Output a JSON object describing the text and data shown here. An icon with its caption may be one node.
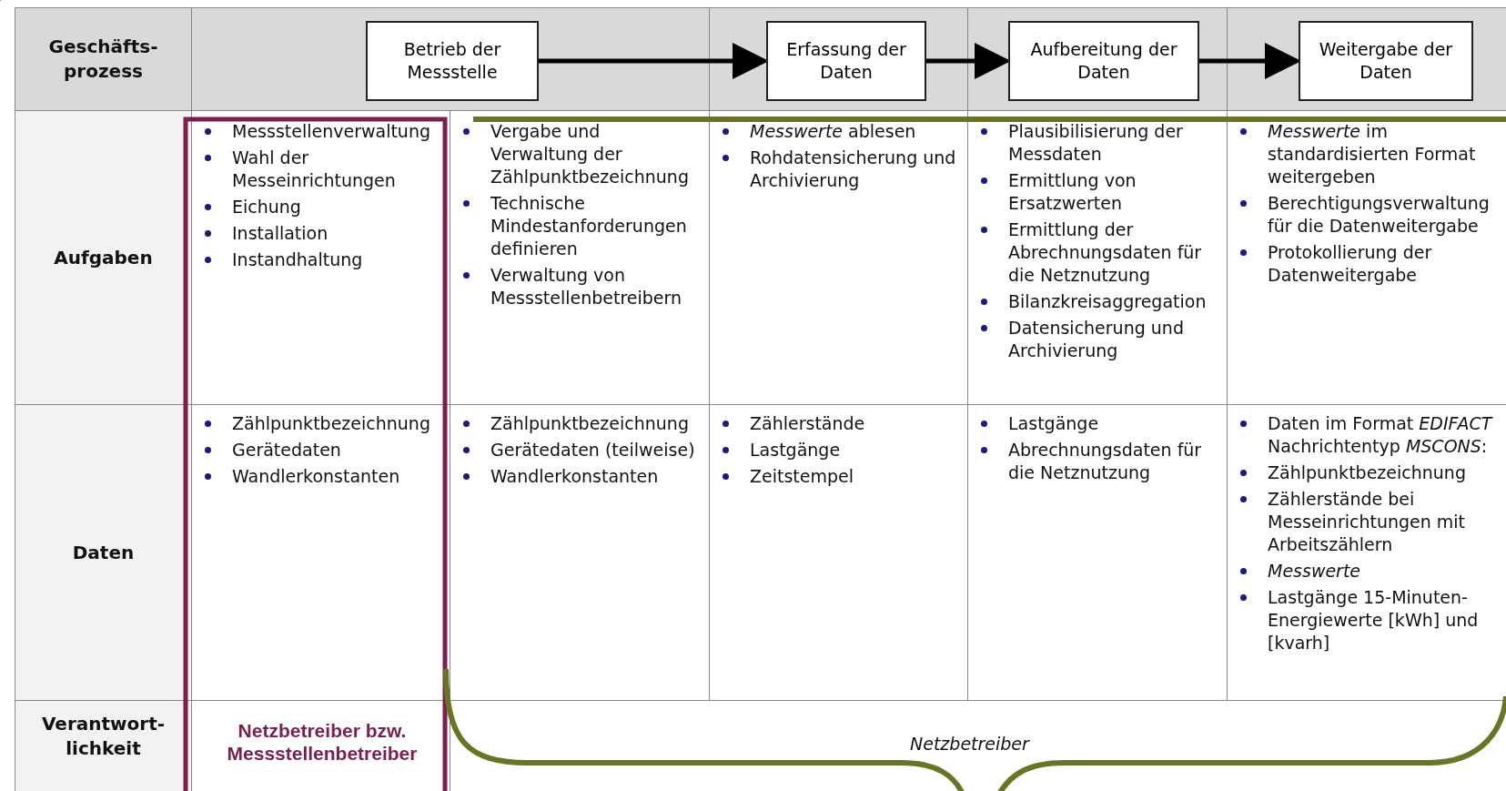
{
  "diagram": {
    "nodes": [
      {
        "text": [
          "Betrieb der Messstelle"
        ]
      },
      {
        "text": [
          "Erfassung der Daten"
        ]
      },
      {
        "text": [
          "Aufbereitung der Daten"
        ]
      },
      {
        "text": [
          "Weitergabe der Daten"
        ]
      }
    ],
    "edges": [
      {
        "from": 0,
        "to": 1,
        "arrow": "to"
      },
      {
        "from": 1,
        "to": 2,
        "arrow": "to"
      },
      {
        "from": 2,
        "to": 3,
        "arrow": "to"
      }
    ],
    "labels": [
      "Geschäfts- prozess",
      "Aufgaben",
      "Messstellenverwaltung",
      "Wahl der Messeinrichtungen",
      "Eichung",
      "Installation",
      "Instandhaltung",
      "Vergabe und Verwaltung der Zählpunktbezeichnung",
      "Technische Mindestanforderungen definieren",
      "Verwaltung von Messstellenbetreibern",
      "*Messwerte* ablesen",
      "Rohdatensicherung und Archivierung",
      "Plausibilisierung der Messdaten",
      "Ermittlung von Ersatzwerten",
      "Ermittlung der Abrechnungsdaten für die Netznutzung",
      "Bilanzkreisaggregation",
      "Datensicherung und Archivierung",
      "*Messwerte* im standardisierten Format weitergeben",
      "Berechtigungsverwaltung für die Datenweitergabe",
      "Protokollierung der Datenweitergabe",
      "Daten",
      "Zählpunktbezeichnung",
      "Gerätedaten",
      "Wandlerkonstanten",
      "Zählpunktbezeichnung",
      "Gerätedaten (teilweise)",
      "Wandlerkonstanten",
      "Zählerstände",
      "Lastgänge",
      "Zeitstempel",
      "Lastgänge",
      "Abrechnungsdaten für die Netznutzung",
      "Daten im Format *EDIFACT* Nachrichtentyp *MSCONS*:",
      "Zählpunktbezeichnung",
      "Zählerstände bei Messeinrichtungen mit Arbeitszählern",
      "*Messwerte*",
      "Lastgänge 15-Minuten-Energiewerte [kWh] und [kvarh]",
      "Verantwort- lichkeit",
      "Netzbetreiber bzw. Messstellenbetreiber",
      "Netzbetreiber"
    ]
  }
}
